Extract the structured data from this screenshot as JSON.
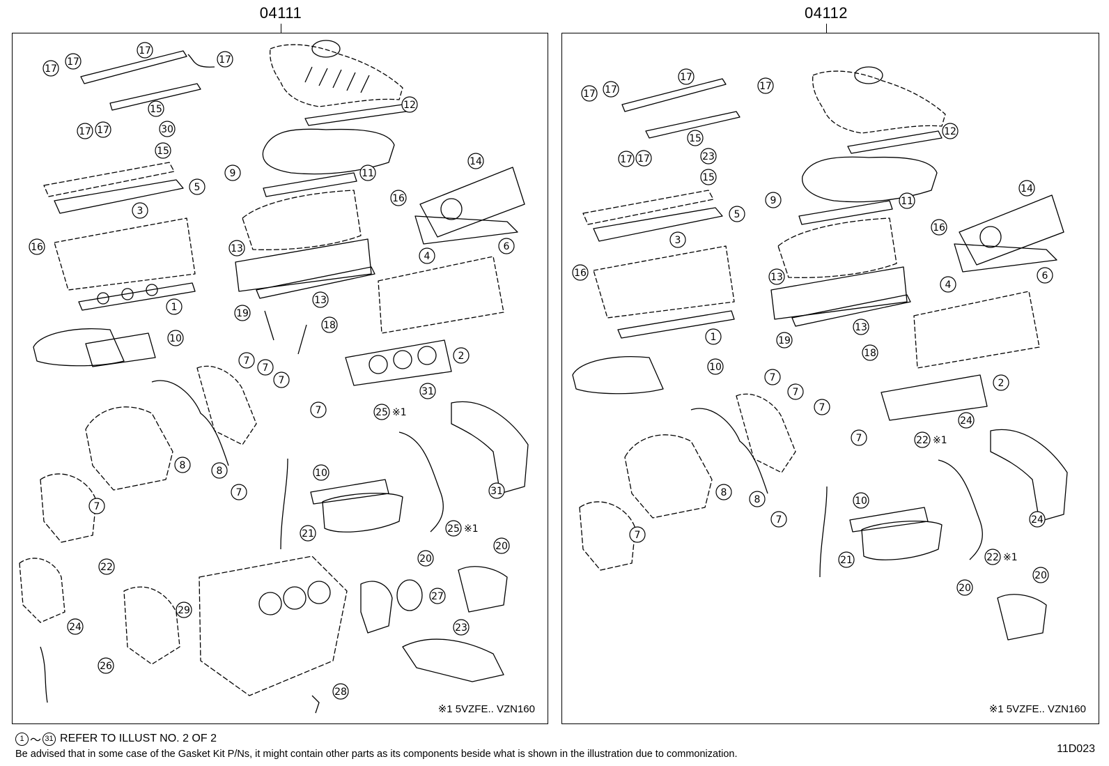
{
  "kits": [
    {
      "part_number": "04111",
      "note": "※1  5VZFE.. VZN160",
      "callouts": [
        {
          "n": "17"
        },
        {
          "n": "17"
        },
        {
          "n": "17"
        },
        {
          "n": "17"
        },
        {
          "n": "17"
        },
        {
          "n": "17"
        },
        {
          "n": "15"
        },
        {
          "n": "30"
        },
        {
          "n": "15"
        },
        {
          "n": "12"
        },
        {
          "n": "9"
        },
        {
          "n": "11"
        },
        {
          "n": "5"
        },
        {
          "n": "14"
        },
        {
          "n": "3"
        },
        {
          "n": "16"
        },
        {
          "n": "16"
        },
        {
          "n": "6"
        },
        {
          "n": "13"
        },
        {
          "n": "4"
        },
        {
          "n": "13"
        },
        {
          "n": "1"
        },
        {
          "n": "19"
        },
        {
          "n": "18"
        },
        {
          "n": "10"
        },
        {
          "n": "2"
        },
        {
          "n": "7"
        },
        {
          "n": "7"
        },
        {
          "n": "7"
        },
        {
          "n": "7"
        },
        {
          "n": "31"
        },
        {
          "n": "25",
          "suffix": "※1"
        },
        {
          "n": "8"
        },
        {
          "n": "8"
        },
        {
          "n": "7"
        },
        {
          "n": "7"
        },
        {
          "n": "10"
        },
        {
          "n": "31"
        },
        {
          "n": "21"
        },
        {
          "n": "25",
          "suffix": "※1"
        },
        {
          "n": "20"
        },
        {
          "n": "20"
        },
        {
          "n": "22"
        },
        {
          "n": "27"
        },
        {
          "n": "29"
        },
        {
          "n": "24"
        },
        {
          "n": "26"
        },
        {
          "n": "23"
        },
        {
          "n": "28"
        }
      ]
    },
    {
      "part_number": "04112",
      "note": "※1  5VZFE.. VZN160",
      "callouts": [
        {
          "n": "17"
        },
        {
          "n": "17"
        },
        {
          "n": "17"
        },
        {
          "n": "17"
        },
        {
          "n": "17"
        },
        {
          "n": "17"
        },
        {
          "n": "15"
        },
        {
          "n": "23"
        },
        {
          "n": "15"
        },
        {
          "n": "12"
        },
        {
          "n": "9"
        },
        {
          "n": "11"
        },
        {
          "n": "5"
        },
        {
          "n": "14"
        },
        {
          "n": "3"
        },
        {
          "n": "16"
        },
        {
          "n": "16"
        },
        {
          "n": "6"
        },
        {
          "n": "13"
        },
        {
          "n": "4"
        },
        {
          "n": "13"
        },
        {
          "n": "1"
        },
        {
          "n": "19"
        },
        {
          "n": "18"
        },
        {
          "n": "10"
        },
        {
          "n": "2"
        },
        {
          "n": "7"
        },
        {
          "n": "7"
        },
        {
          "n": "7"
        },
        {
          "n": "7"
        },
        {
          "n": "24"
        },
        {
          "n": "22",
          "suffix": "※1"
        },
        {
          "n": "8"
        },
        {
          "n": "8"
        },
        {
          "n": "7"
        },
        {
          "n": "7"
        },
        {
          "n": "10"
        },
        {
          "n": "24"
        },
        {
          "n": "21"
        },
        {
          "n": "22",
          "suffix": "※1"
        },
        {
          "n": "20"
        },
        {
          "n": "20"
        }
      ]
    }
  ],
  "footer": {
    "refer_from": "1",
    "refer_sep": "～",
    "refer_to": "31",
    "refer_text": "REFER TO ILLUST NO. 2 OF 2",
    "disclaimer": "Be advised that in some case of the Gasket Kit P/Ns,  it might contain other parts as its components beside what is shown in the illustration due to commonization.",
    "illustration_id": "11D023"
  }
}
